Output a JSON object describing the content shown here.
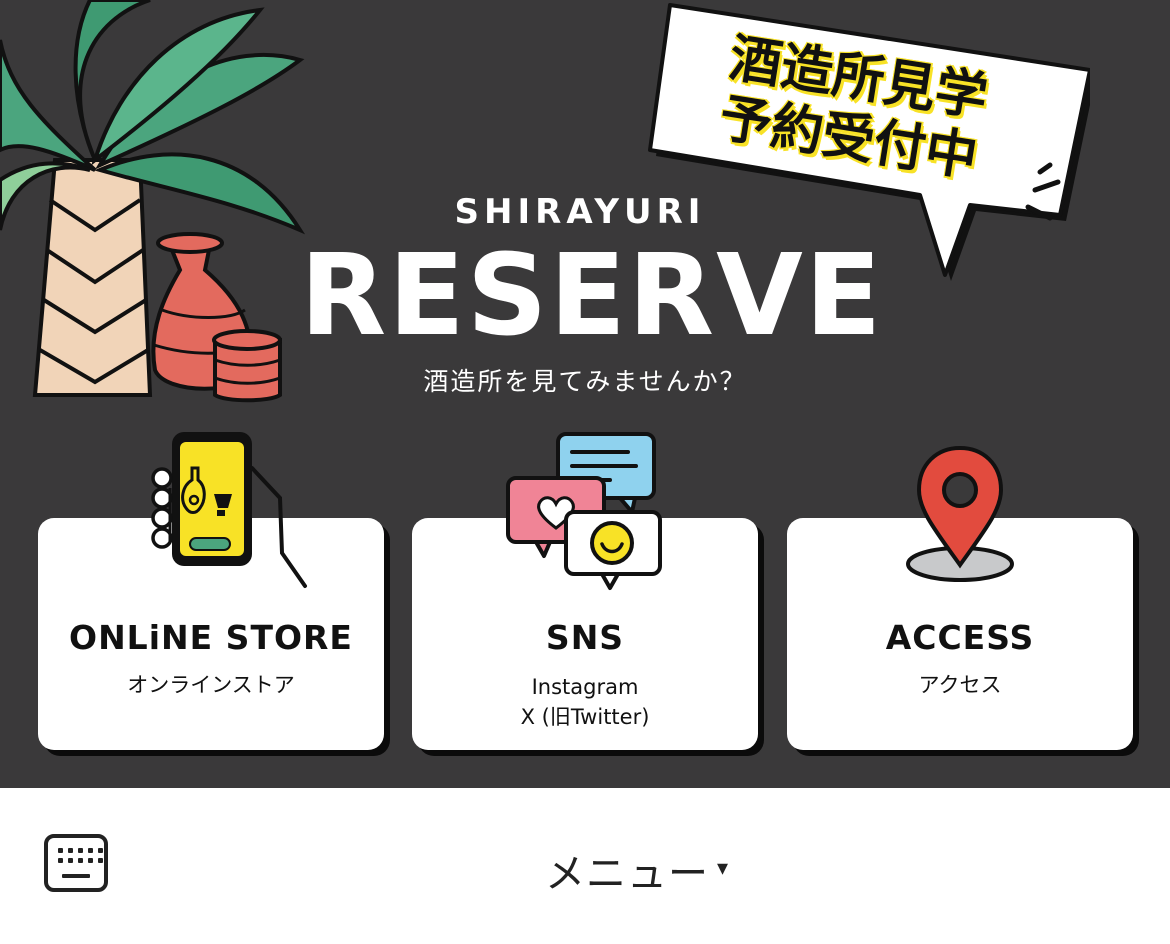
{
  "rich_menu": {
    "brand_name": "SHIRAYURI",
    "main_title": "RESERVE",
    "subtitle": "酒造所を見てみませんか？",
    "speech_bubble": {
      "line_1": "酒造所見学",
      "line_2": "予約受付中"
    },
    "cards": [
      {
        "title": "ONLiNE STORE",
        "subtitle": "オンラインストア",
        "icon": "smartphone-sake-icon"
      },
      {
        "title": "SNS",
        "subtitle_lines": [
          "Instagram",
          "X (旧Twitter)"
        ],
        "icon": "chat-bubbles-icon"
      },
      {
        "title": "ACCESS",
        "subtitle": "アクセス",
        "icon": "map-pin-icon"
      }
    ]
  },
  "bottom_bar": {
    "menu_label": "メニュー",
    "menu_caret": "▾",
    "keyboard_icon": "keyboard-icon"
  },
  "colors": {
    "background": "#3a393a",
    "card": "#ffffff",
    "accent_yellow": "#f8e226",
    "pin_red": "#e24b3e",
    "sake_red": "#e36a5e",
    "palm_green": "#4ba57e"
  }
}
